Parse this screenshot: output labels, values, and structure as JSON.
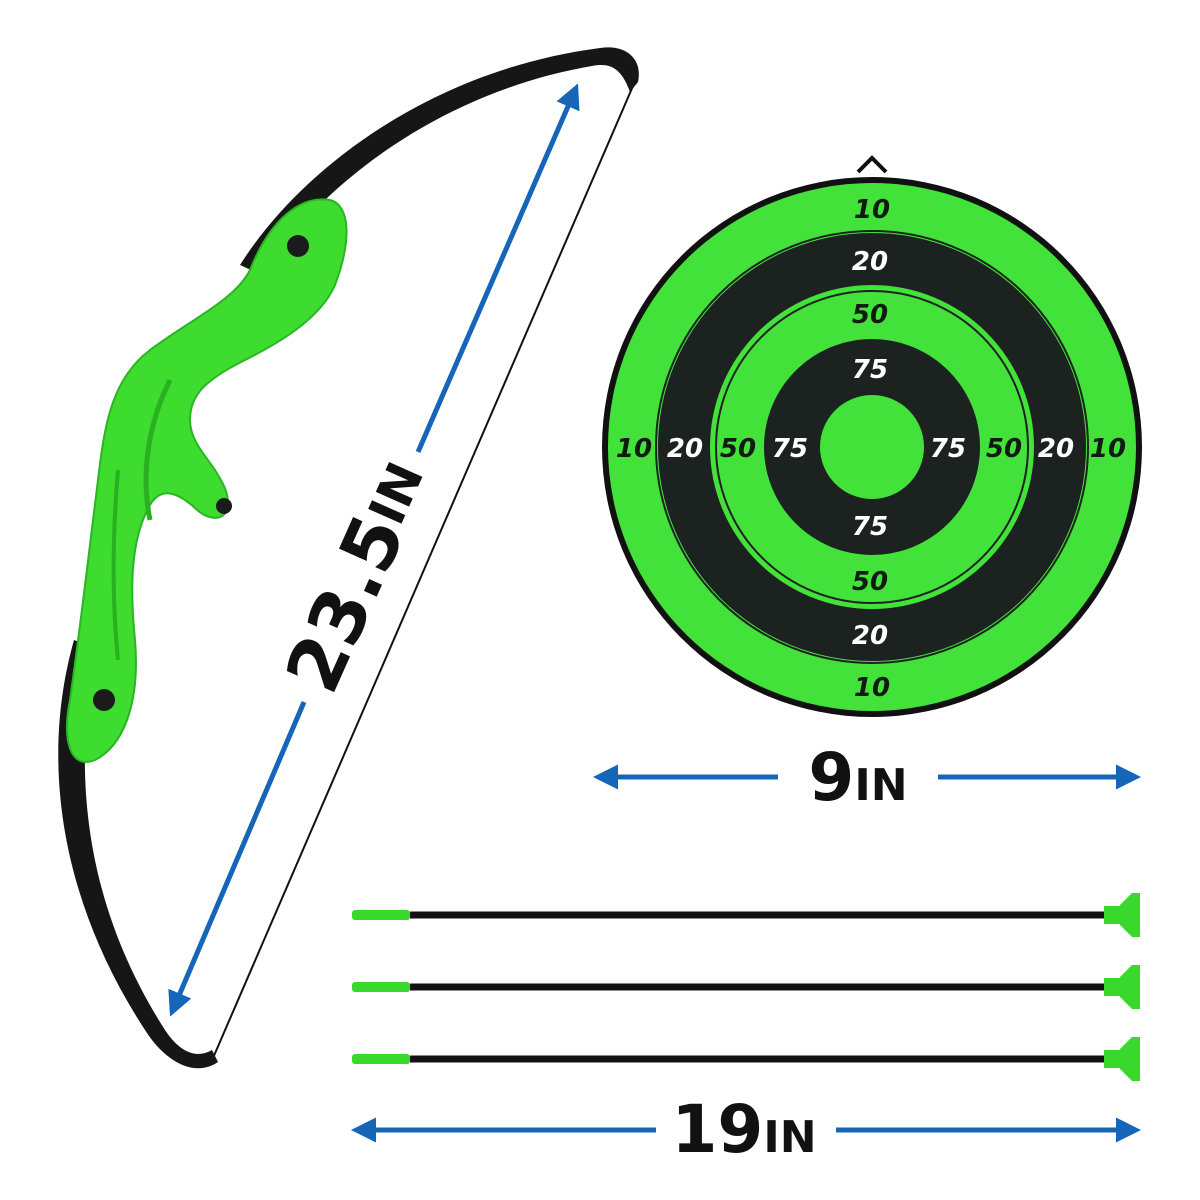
{
  "colors": {
    "bow_green": "#3ddc2f",
    "target_green": "#43e23a",
    "target_black": "#1c2220",
    "arrow_green": "#39d82d",
    "dimension_blue": "#1565b8",
    "outline": "#111111"
  },
  "dimensions": {
    "bow": {
      "number": "23.5",
      "unit": "IN"
    },
    "target": {
      "number": "9",
      "unit": "IN"
    },
    "arrows": {
      "number": "19",
      "unit": "IN"
    }
  },
  "target": {
    "ring_labels": {
      "outer": "10",
      "second": "20",
      "third": "50",
      "fourth": "75"
    }
  },
  "arrows": {
    "count": 3
  },
  "icons": {
    "bow": "bow-icon",
    "target": "target-icon",
    "arrow": "suction-arrow-icon",
    "dimension_arrow": "double-arrow-icon"
  }
}
